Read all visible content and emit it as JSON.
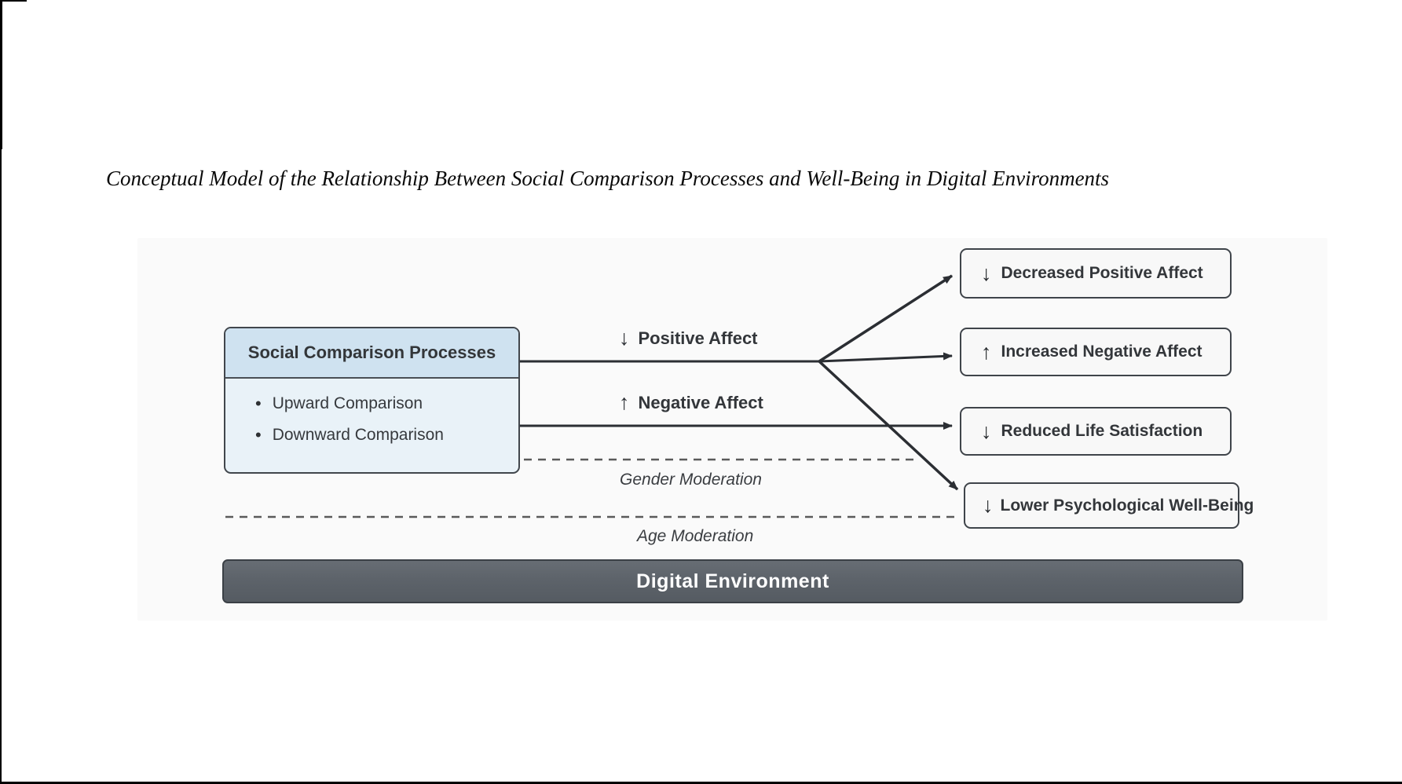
{
  "page": {
    "title": "Conceptual Model of the Relationship Between Social Comparison Processes and Well-Being in Digital Environments"
  },
  "diagram": {
    "source_box": {
      "header": "Social Comparison Processes",
      "items": [
        {
          "bullet": "•",
          "label": "Upward Comparison"
        },
        {
          "bullet": "•",
          "label": "Downward Comparison"
        }
      ]
    },
    "mediators": [
      {
        "icon": "↓",
        "label": "Positive Affect"
      },
      {
        "icon": "↑",
        "label": "Negative Affect"
      }
    ],
    "outcomes": [
      {
        "icon": "↓",
        "label": "Decreased Positive Affect"
      },
      {
        "icon": "↑",
        "label": "Increased Negative Affect"
      },
      {
        "icon": "↓",
        "label": "Reduced Life Satisfaction"
      },
      {
        "icon": "↓",
        "label": "Lower Psychological Well-Being"
      }
    ],
    "moderations": [
      {
        "label": "Gender Moderation"
      },
      {
        "label": "Age Moderation"
      }
    ],
    "environment_bar": {
      "label": "Digital Environment"
    },
    "colors": {
      "source_header_bg": "#cfe2f0",
      "source_body_bg": "#e9f2f8",
      "box_border": "#41464c",
      "outcome_bg": "#f8f8f8",
      "connector": "#2b2e33",
      "dashed_line": "#5a5a5a",
      "environment_bar_bg": "#5d636a",
      "environment_bar_text": "#ffffff",
      "diagram_text": "#35383c"
    }
  }
}
